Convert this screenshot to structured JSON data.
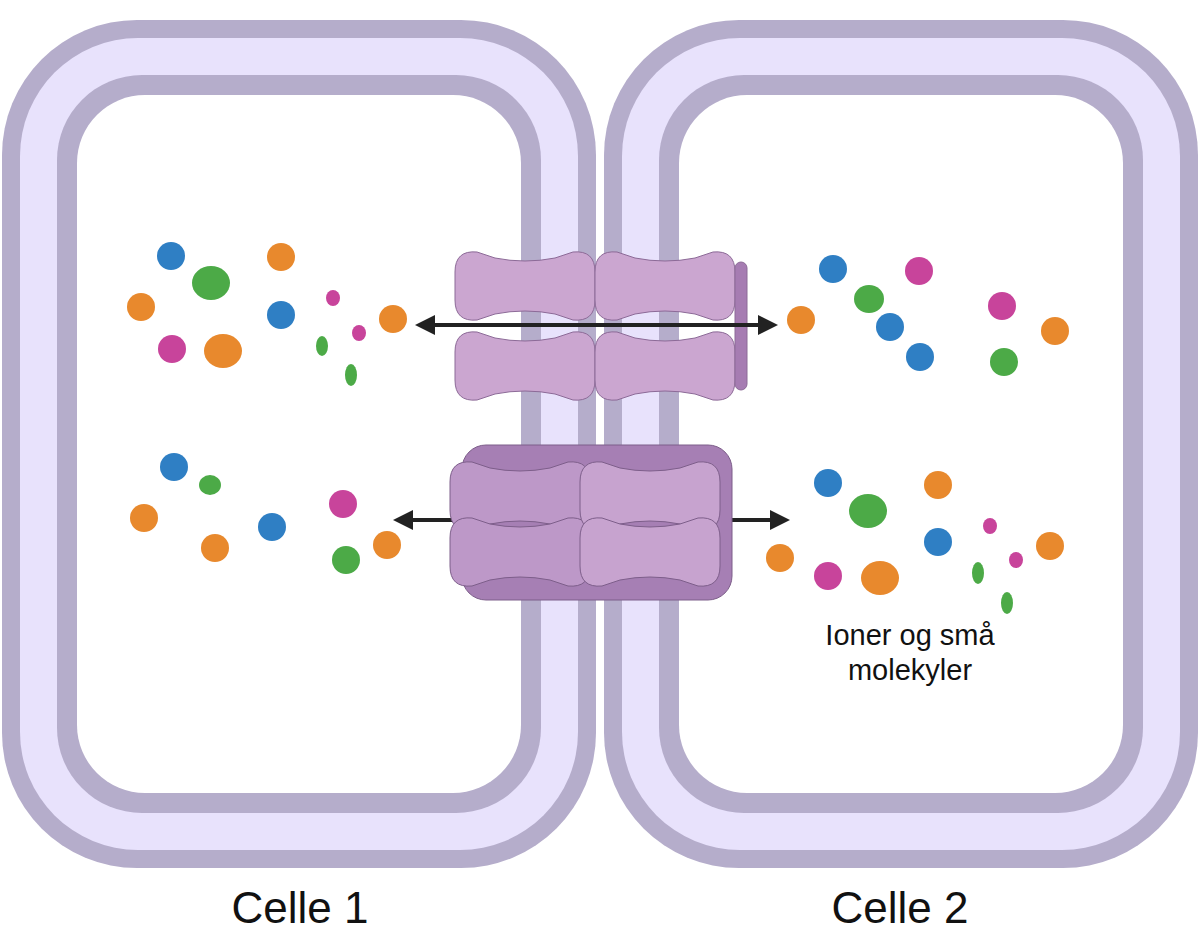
{
  "diagram": {
    "nodes": [
      {
        "text": [
          "Celle 1"
        ]
      },
      {
        "text": [
          "Celle 2"
        ]
      }
    ],
    "edges": [
      {
        "from": 0,
        "to": 1,
        "arrow": "both"
      },
      {
        "from": 0,
        "to": 1,
        "arrow": "both"
      }
    ],
    "labels": [
      "Ioner og små molekyler"
    ]
  }
}
